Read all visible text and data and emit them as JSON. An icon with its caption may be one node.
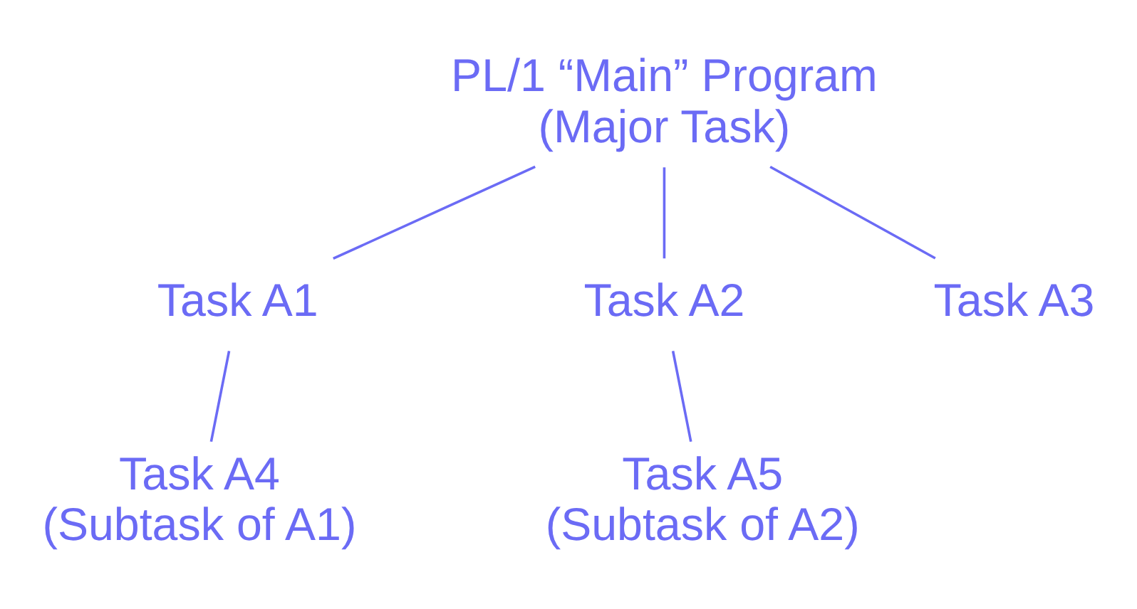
{
  "diagram": {
    "nodes": [
      {
        "text": [
          "PL/1 “Main” Program (Major Task)"
        ]
      },
      {
        "text": [
          "Task A1"
        ]
      },
      {
        "text": [
          "Task A2"
        ]
      },
      {
        "text": [
          "Task A3"
        ]
      },
      {
        "text": [
          "Task A4 (Subtask of A1)"
        ]
      },
      {
        "text": [
          "Task A5 (Subtask of A2)"
        ]
      }
    ],
    "edges": [
      {
        "from": 0,
        "to": 1,
        "arrow": "none"
      },
      {
        "from": 0,
        "to": 2,
        "arrow": "none"
      },
      {
        "from": 0,
        "to": 3,
        "arrow": "none"
      },
      {
        "from": 1,
        "to": 4,
        "arrow": "none"
      },
      {
        "from": 2,
        "to": 5,
        "arrow": "none"
      }
    ]
  }
}
